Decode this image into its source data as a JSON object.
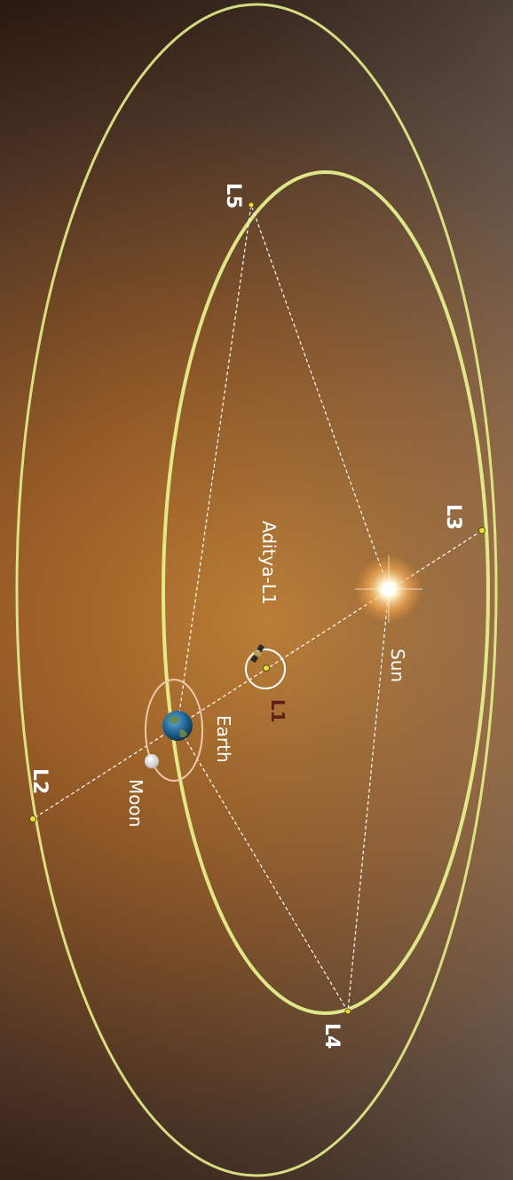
{
  "labels": {
    "l1": "L1",
    "l2": "L2",
    "l3": "L3",
    "l4": "L4",
    "l5": "L5",
    "sun": "Sun",
    "earth": "Earth",
    "moon": "Moon",
    "spacecraft": "Aditya-L1"
  },
  "colors": {
    "orbit": "#e6ef8c",
    "l1_label": "#5b1f14",
    "guide_lines": "#ffffff",
    "background_glow": "#d8892e",
    "background_dark": "#1e1009"
  }
}
